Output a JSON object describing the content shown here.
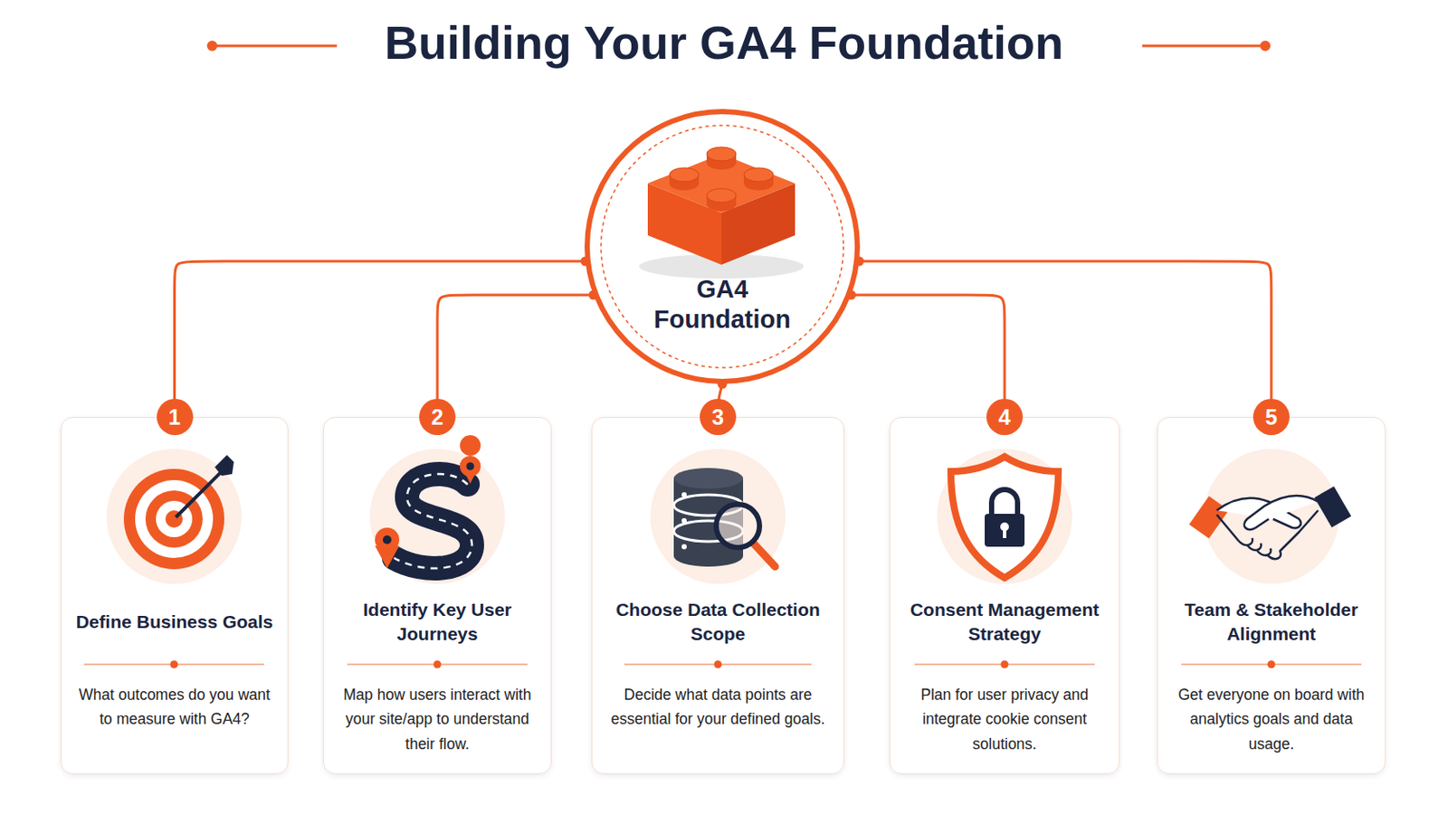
{
  "diagram": {
    "title": "Building Your GA4 Foundation",
    "nodes": [
      {
        "text": [
          "GA4 Foundation"
        ]
      },
      {
        "text": [
          "Define Business Goals",
          "What outcomes do you want to measure with GA4?"
        ]
      },
      {
        "text": [
          "Identify Key User Journeys",
          "Map how users interact with your site/app to understand their flow."
        ]
      },
      {
        "text": [
          "Choose Data Collection Scope",
          "Decide what data points are essential for your defined goals."
        ]
      },
      {
        "text": [
          "Consent Management Strategy",
          "Plan for user privacy and integrate cookie consent solutions."
        ]
      },
      {
        "text": [
          "Team & Stakeholder Alignment",
          "Get everyone on board with analytics goals and data usage."
        ]
      }
    ],
    "edges": [
      {
        "from": 0,
        "to": 1,
        "arrow": "none"
      },
      {
        "from": 0,
        "to": 2,
        "arrow": "none"
      },
      {
        "from": 0,
        "to": 3,
        "arrow": "none"
      },
      {
        "from": 0,
        "to": 4,
        "arrow": "none"
      },
      {
        "from": 0,
        "to": 5,
        "arrow": "none"
      }
    ],
    "labels": [
      "1",
      "2",
      "3",
      "4",
      "5"
    ]
  }
}
